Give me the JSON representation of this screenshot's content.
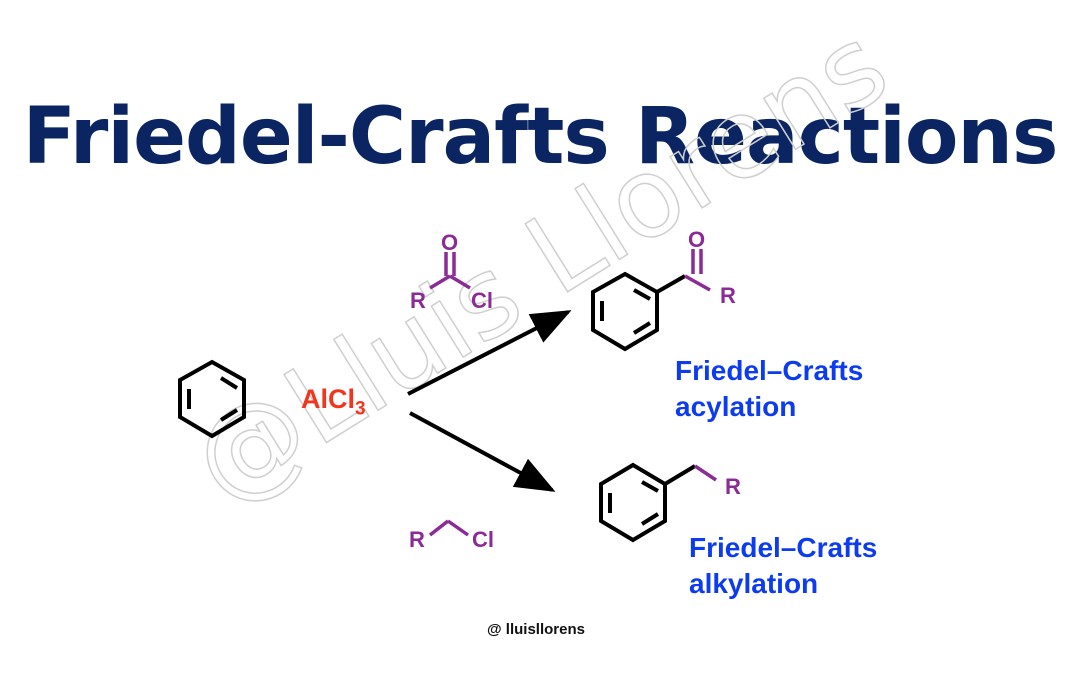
{
  "title": "Friedel-Crafts Reactions",
  "watermark": "@Lluis Llorens",
  "reagents": {
    "catalyst": "AlCl",
    "catalyst_subscript": "3",
    "acyl_chloride": {
      "O": "O",
      "R": "R",
      "Cl": "Cl"
    },
    "alkyl_chloride": {
      "R": "R",
      "Cl": "Cl"
    }
  },
  "products": {
    "acylation": {
      "O": "O",
      "R": "R",
      "label_line1": "Friedel–Crafts",
      "label_line2": "acylation"
    },
    "alkylation": {
      "R": "R",
      "label_line1": "Friedel–Crafts",
      "label_line2": "alkylation"
    }
  },
  "credit": "@ lluisllorens",
  "colors": {
    "title": "#0b2462",
    "reagent": "#8b2b95",
    "label": "#0d3cf0",
    "catalyst": "#f2361e"
  }
}
